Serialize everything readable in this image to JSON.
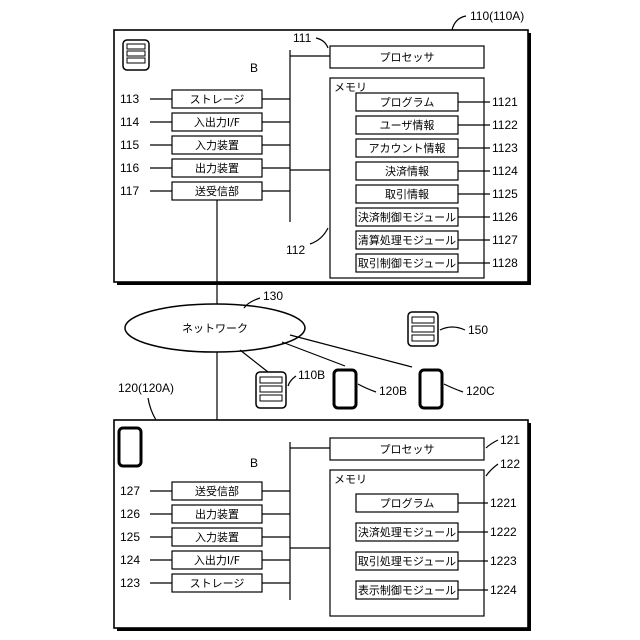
{
  "server": {
    "ref": "110(110A)",
    "bus_label": "B",
    "bus_ref": "112",
    "processor": {
      "label": "プロセッサ",
      "ref": "111"
    },
    "memory": {
      "title": "メモリ",
      "items": [
        {
          "label": "プログラム",
          "ref": "1121"
        },
        {
          "label": "ユーザ情報",
          "ref": "1122"
        },
        {
          "label": "アカウント情報",
          "ref": "1123"
        },
        {
          "label": "決済情報",
          "ref": "1124"
        },
        {
          "label": "取引情報",
          "ref": "1125"
        },
        {
          "label": "決済制御モジュール",
          "ref": "1126"
        },
        {
          "label": "清算処理モジュール",
          "ref": "1127"
        },
        {
          "label": "取引制御モジュール",
          "ref": "1128"
        }
      ]
    },
    "components": [
      {
        "label": "ストレージ",
        "ref": "113"
      },
      {
        "label": "入出力I/F",
        "ref": "114"
      },
      {
        "label": "入力装置",
        "ref": "115"
      },
      {
        "label": "出力装置",
        "ref": "116"
      },
      {
        "label": "送受信部",
        "ref": "117"
      }
    ]
  },
  "network": {
    "label": "ネットワーク",
    "ref": "130"
  },
  "others": {
    "server_150": "150",
    "server_110b": "110B",
    "terminal_120b": "120B",
    "terminal_120c": "120C"
  },
  "terminal": {
    "ref": "120(120A)",
    "bus_label": "B",
    "processor": {
      "label": "プロセッサ",
      "ref": "121"
    },
    "memory": {
      "title": "メモリ",
      "ref": "122",
      "items": [
        {
          "label": "プログラム",
          "ref": "1221"
        },
        {
          "label": "決済処理モジュール",
          "ref": "1222"
        },
        {
          "label": "取引処理モジュール",
          "ref": "1223"
        },
        {
          "label": "表示制御モジュール",
          "ref": "1224"
        }
      ]
    },
    "components": [
      {
        "label": "送受信部",
        "ref": "127"
      },
      {
        "label": "出力装置",
        "ref": "126"
      },
      {
        "label": "入力装置",
        "ref": "125"
      },
      {
        "label": "入出力I/F",
        "ref": "124"
      },
      {
        "label": "ストレージ",
        "ref": "123"
      }
    ]
  }
}
